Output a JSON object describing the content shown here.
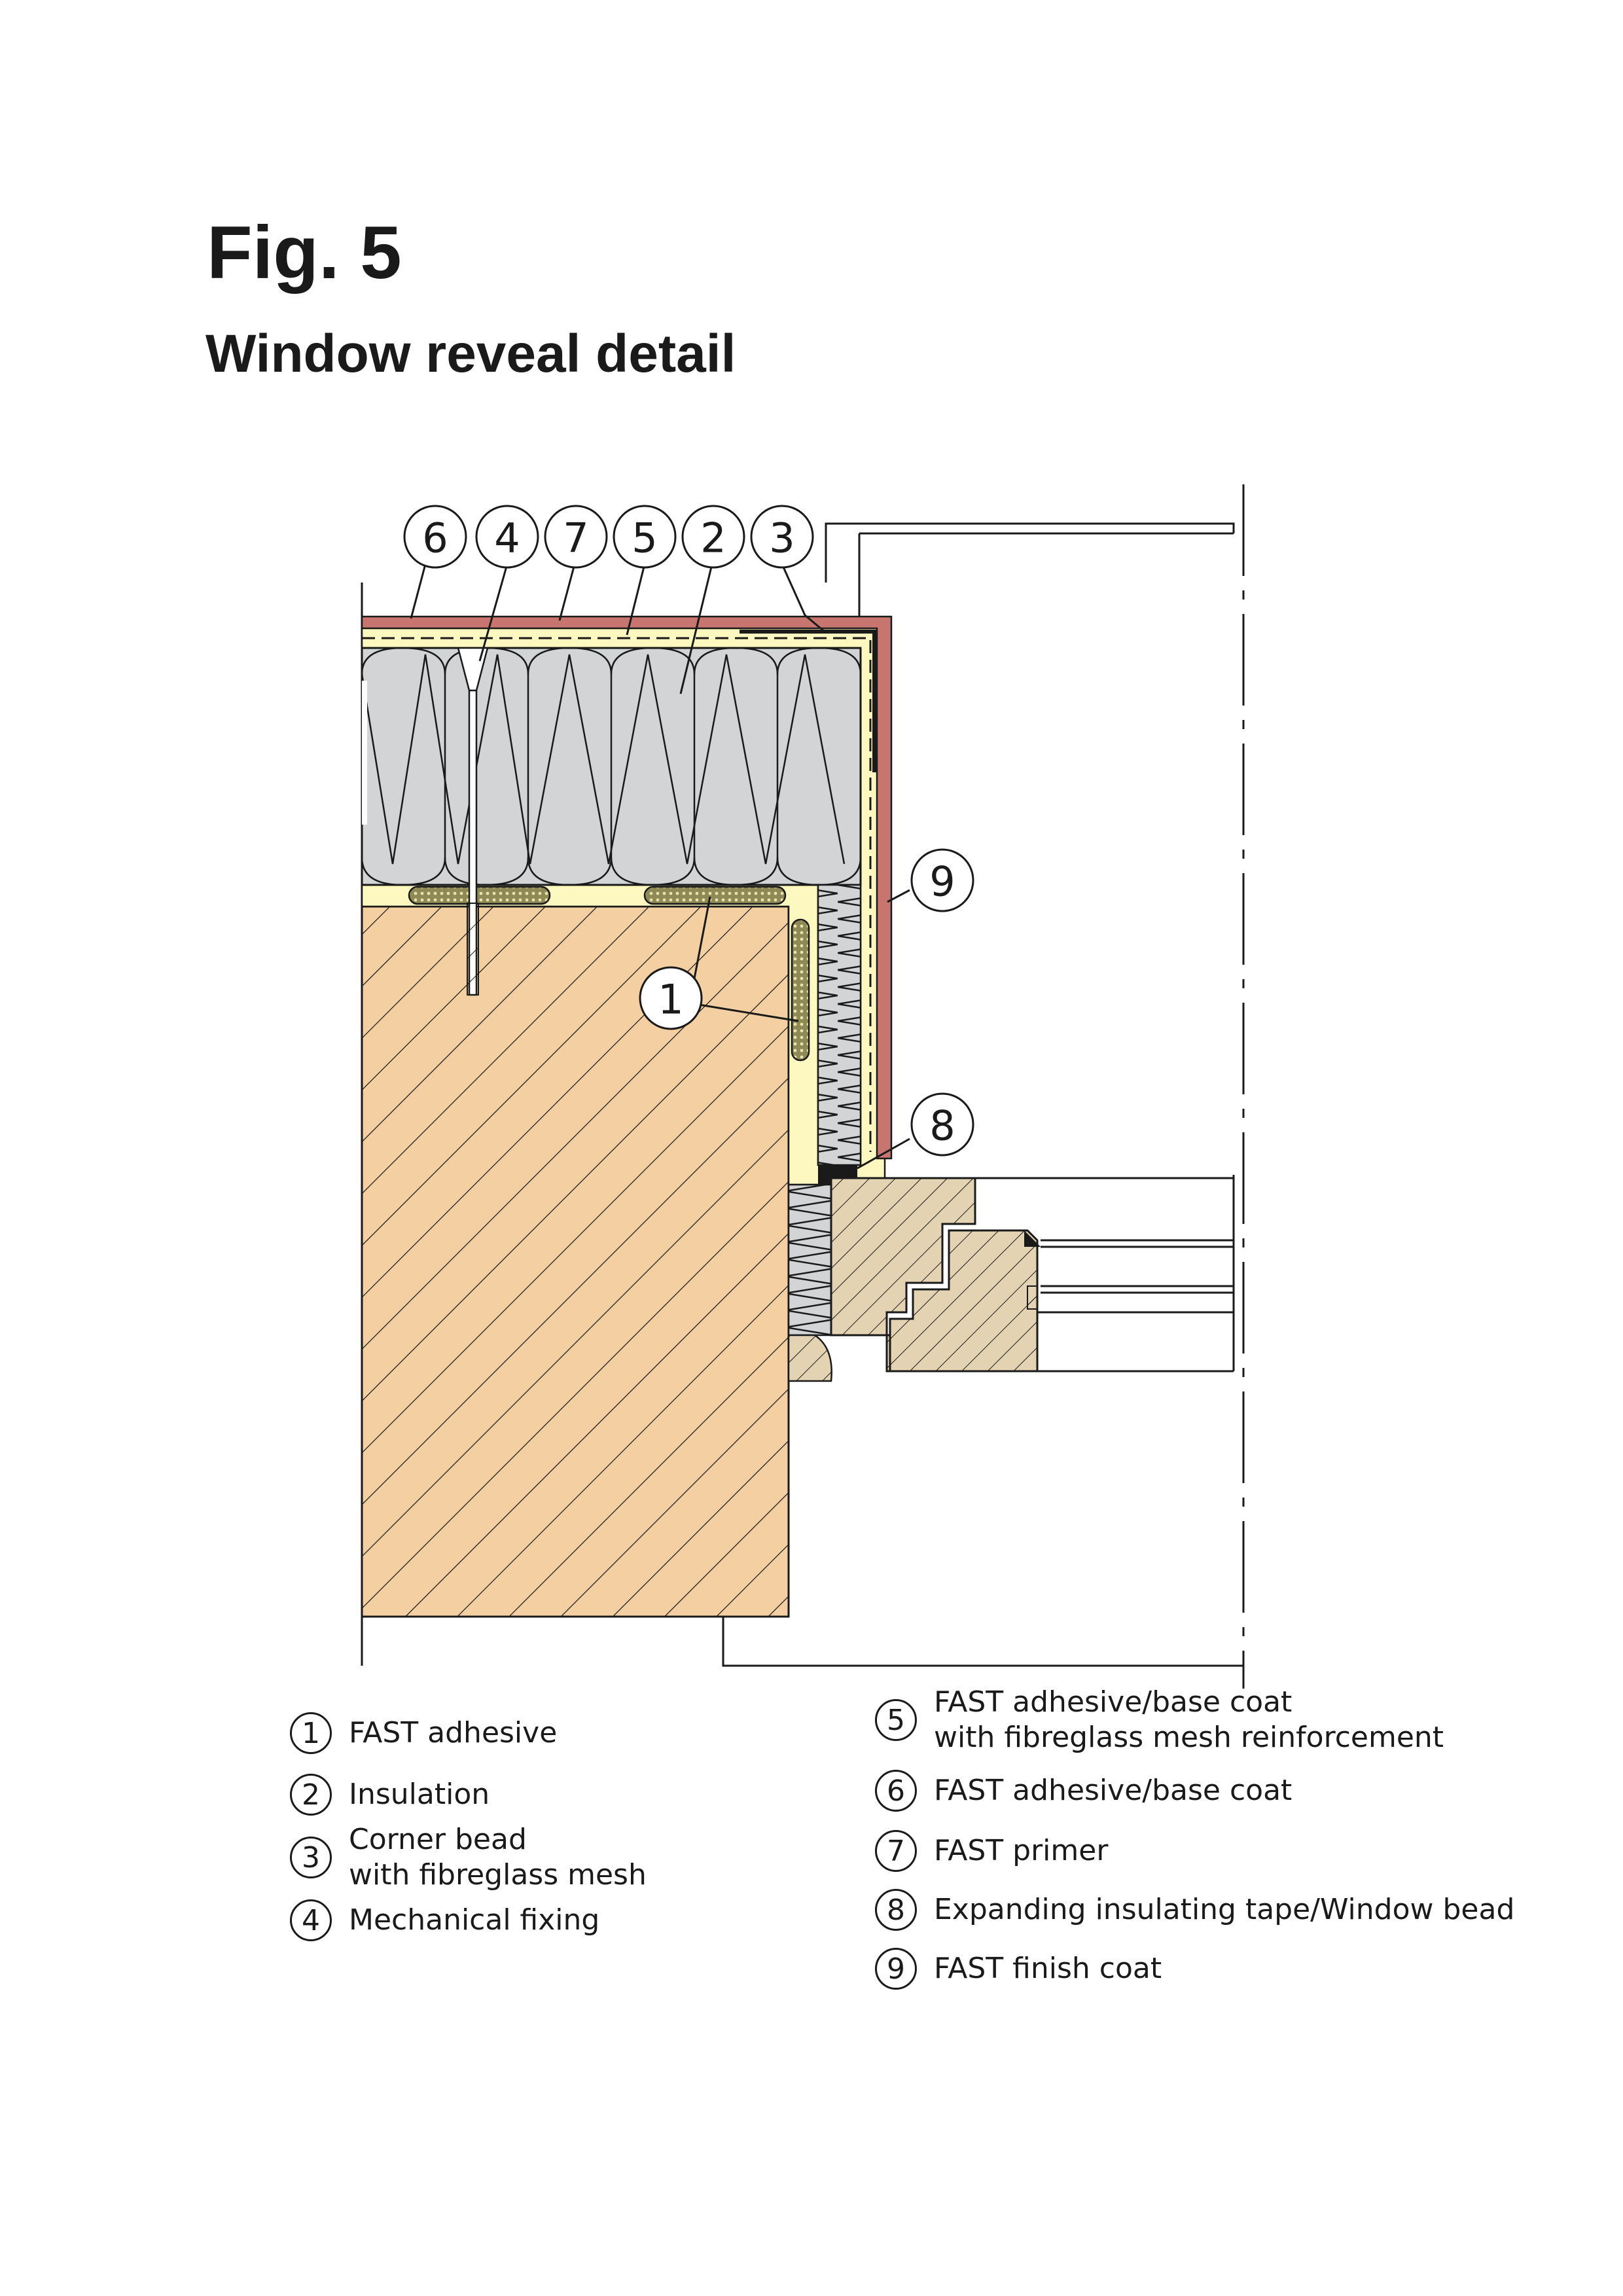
{
  "figure": {
    "title": "Fig. 5",
    "subtitle": "Window reveal detail"
  },
  "callouts": [
    "6",
    "4",
    "7",
    "5",
    "2",
    "3",
    "9",
    "1",
    "8"
  ],
  "legend": {
    "left": [
      {
        "num": "1",
        "lines": [
          "FAST adhesive"
        ]
      },
      {
        "num": "2",
        "lines": [
          "Insulation"
        ]
      },
      {
        "num": "3",
        "lines": [
          "Corner bead",
          "with fibreglass mesh"
        ]
      },
      {
        "num": "4",
        "lines": [
          "Mechanical fixing"
        ]
      }
    ],
    "right": [
      {
        "num": "5",
        "lines": [
          "FAST adhesive/base coat",
          "with fibreglass mesh reinforcement"
        ]
      },
      {
        "num": "6",
        "lines": [
          "FAST adhesive/base coat"
        ]
      },
      {
        "num": "7",
        "lines": [
          "FAST primer"
        ]
      },
      {
        "num": "8",
        "lines": [
          "Expanding insulating tape/Window bead"
        ]
      },
      {
        "num": "9",
        "lines": [
          "FAST finish coat"
        ]
      }
    ]
  },
  "colors": {
    "masonry": "#f3cfa2",
    "insulation": "#d3d4d6",
    "adhesive": "#fdf8c0",
    "finish": "#c8756f",
    "frame": "#e3d3b3",
    "line": "#1a1a1a"
  }
}
